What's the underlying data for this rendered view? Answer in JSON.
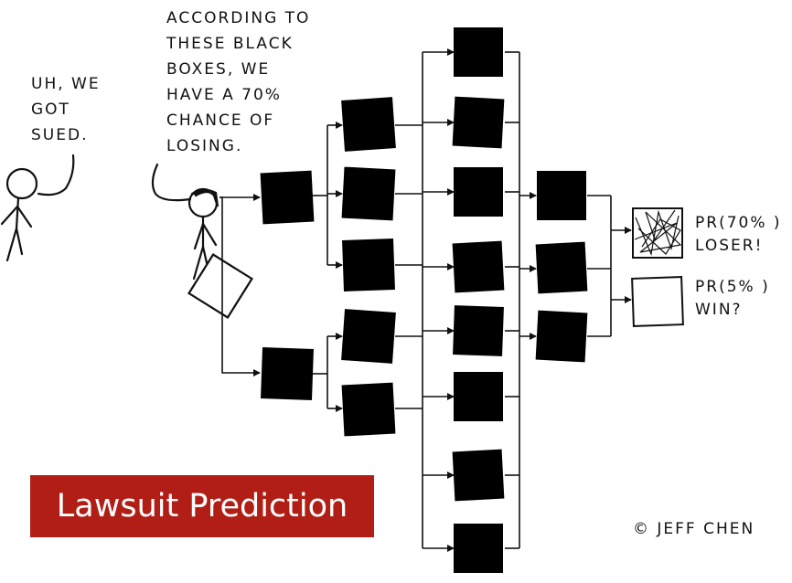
{
  "speech": {
    "left_lines": [
      "UH, WE",
      "GOT",
      "SUED."
    ],
    "right_lines": [
      "ACCORDING TO",
      "THESE BLACK",
      "BOXES, WE",
      "HAVE A 70%",
      "CHANCE OF",
      "LOSING."
    ]
  },
  "outcomes": {
    "lose": {
      "line1": "PR(70% )",
      "line2": "LOSER!"
    },
    "win": {
      "line1": "PR(5% )",
      "line2": "WIN?"
    }
  },
  "banner": {
    "text": "Lawsuit Prediction",
    "background": "#b11e16",
    "text_color": "#ffffff"
  },
  "credit": "© JEFF CHEN",
  "colors": {
    "box": "#000000",
    "line": "#111111"
  }
}
